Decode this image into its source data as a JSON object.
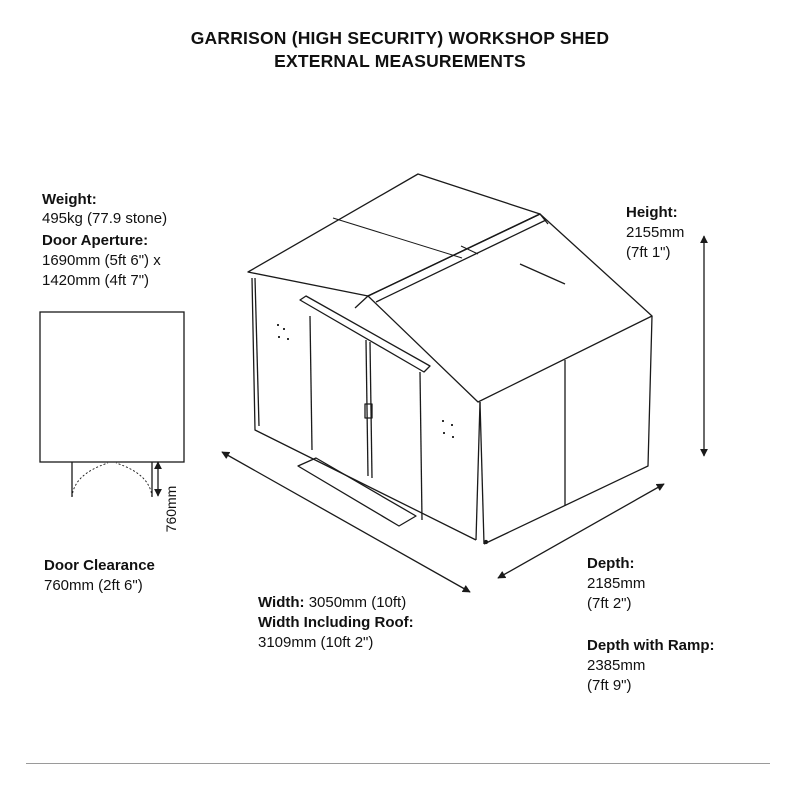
{
  "title": {
    "line1": "GARRISON (HIGH SECURITY) WORKSHOP SHED",
    "line2": "EXTERNAL MEASUREMENTS"
  },
  "weight": {
    "label": "Weight:",
    "value": "495kg (77.9 stone)"
  },
  "door_aperture": {
    "label": "Door Aperture:",
    "value_line1": "1690mm (5ft 6\") x",
    "value_line2": "1420mm (4ft 7\")"
  },
  "door_clearance": {
    "label": "Door Clearance",
    "value": "760mm (2ft 6\")",
    "dimension_text": "760mm"
  },
  "height": {
    "label": "Height:",
    "value_line1": "2155mm",
    "value_line2": "(7ft 1\")"
  },
  "depth": {
    "label": "Depth:",
    "value_line1": "2185mm",
    "value_line2": "(7ft 2\")"
  },
  "depth_ramp": {
    "label": "Depth with Ramp:",
    "value_line1": "2385mm",
    "value_line2": "(7ft 9\")"
  },
  "width": {
    "label": "Width:",
    "value": "3050mm (10ft)",
    "roof_label": "Width Including Roof:",
    "roof_value": "3109mm (10ft 2\")"
  },
  "colors": {
    "line": "#1a1a1a",
    "rule": "#9a9a9a",
    "background": "#ffffff"
  }
}
